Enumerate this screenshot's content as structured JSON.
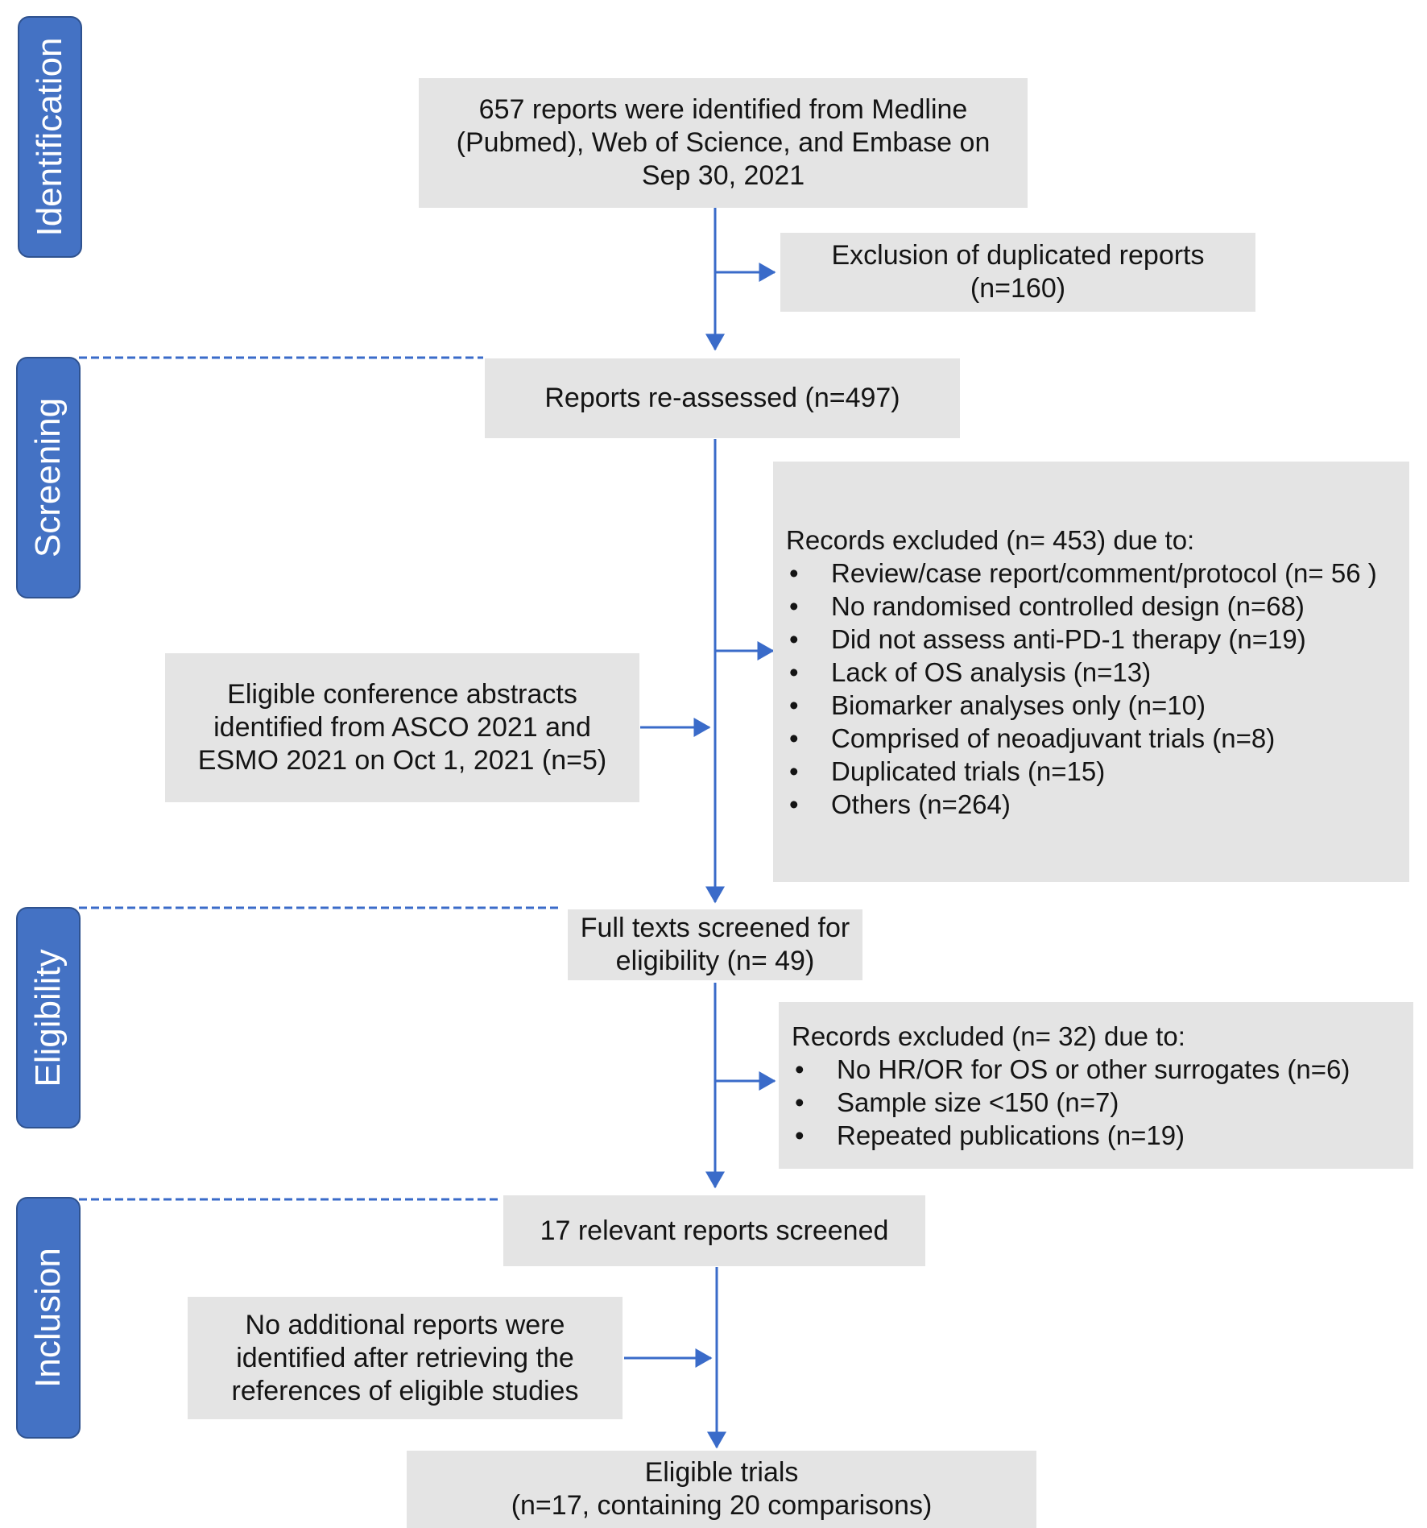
{
  "diagram": {
    "type": "PRISMA flow diagram",
    "colors": {
      "phase_fill": "#4472c4",
      "phase_border": "#2f528f",
      "phase_text": "#ffffff",
      "box_fill": "#e4e4e4",
      "box_text": "#141414",
      "arrow": "#3a6bc9",
      "divider": "#3a6bc9"
    },
    "phases": [
      {
        "id": "identification",
        "label": "Identification"
      },
      {
        "id": "screening",
        "label": "Screening"
      },
      {
        "id": "eligibility",
        "label": "Eligibility"
      },
      {
        "id": "inclusion",
        "label": "Inclusion"
      }
    ],
    "nodes": {
      "identified": {
        "lines": [
          "657 reports were identified from Medline",
          "(Pubmed), Web of Science, and Embase on",
          "Sep 30, 2021"
        ]
      },
      "duplicates_excluded": {
        "lines": [
          "Exclusion of duplicated reports",
          "(n=160)"
        ]
      },
      "reassessed": {
        "lines": [
          "Reports re-assessed (n=497)"
        ]
      },
      "records_excluded_screening": {
        "heading": "Records excluded (n= 453) due to:",
        "items": [
          "Review/case report/comment/protocol (n= 56 )",
          "No randomised controlled design (n=68)",
          "Did not assess anti-PD-1 therapy (n=19)",
          "Lack of OS analysis (n=13)",
          "Biomarker analyses only (n=10)",
          "Comprised of neoadjuvant trials (n=8)",
          "Duplicated trials (n=15)",
          "Others (n=264)"
        ]
      },
      "conference_abstracts": {
        "lines": [
          "Eligible conference abstracts",
          "identified from ASCO 2021 and",
          "ESMO 2021 on Oct 1, 2021 (n=5)"
        ]
      },
      "full_texts": {
        "lines": [
          "Full texts screened for",
          "eligibility (n= 49)"
        ]
      },
      "records_excluded_eligibility": {
        "heading": "Records excluded (n= 32) due to:",
        "items": [
          "No HR/OR for OS or other surrogates (n=6)",
          "Sample size <150 (n=7)",
          "Repeated publications (n=19)"
        ]
      },
      "relevant_reports": {
        "lines": [
          "17 relevant reports screened"
        ]
      },
      "no_additional": {
        "lines": [
          "No additional reports were",
          "identified after retrieving the",
          "references of eligible studies"
        ]
      },
      "eligible_trials": {
        "lines": [
          "Eligible trials",
          "(n=17, containing 20 comparisons)"
        ]
      }
    },
    "bullet_glyph": "•"
  }
}
